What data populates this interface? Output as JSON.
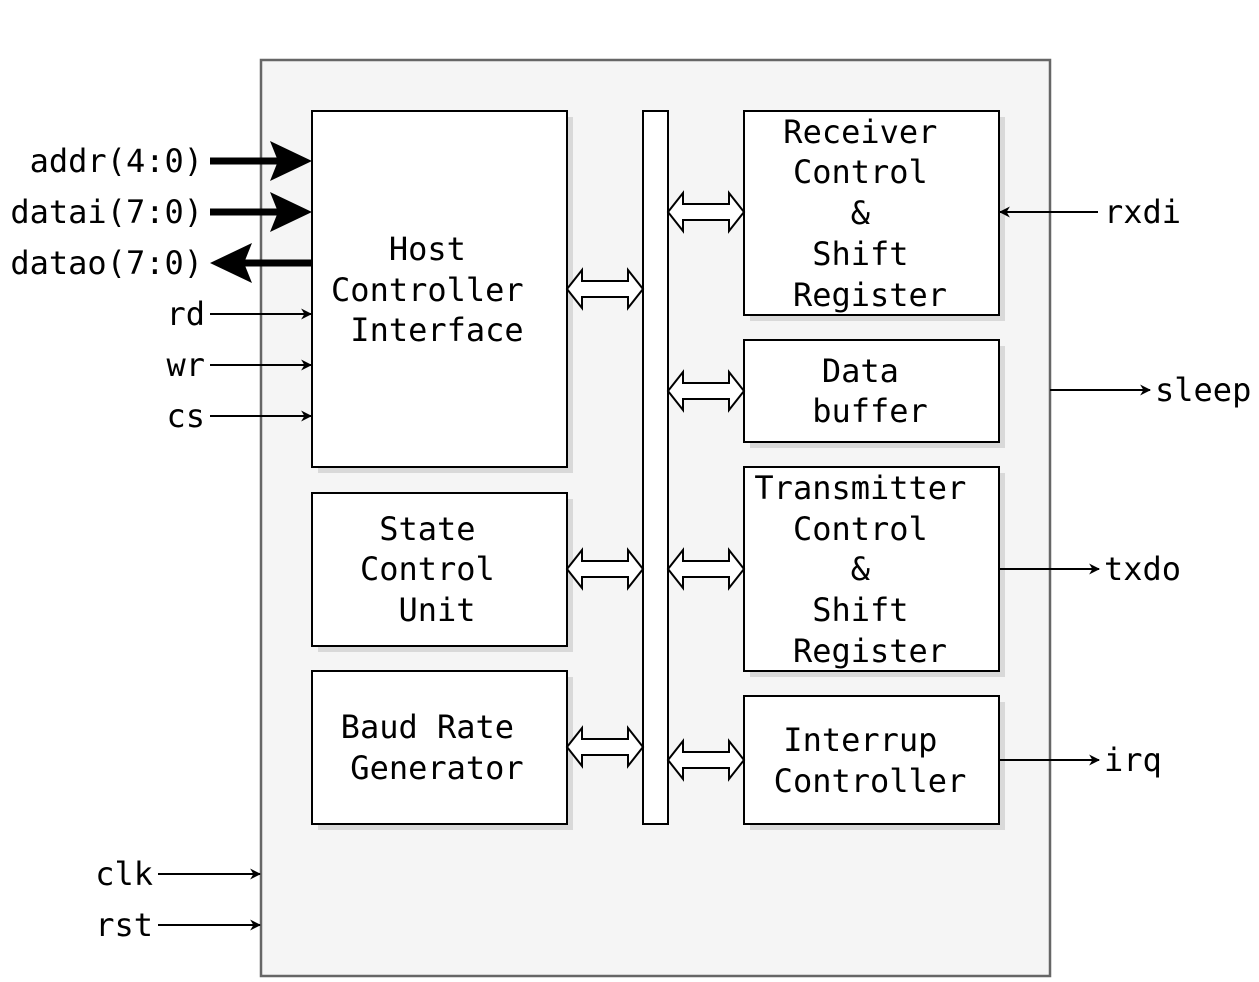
{
  "blocks": {
    "host": [
      "Host",
      "Controller",
      "Interface"
    ],
    "state": [
      "State",
      "Control",
      "Unit"
    ],
    "baud": [
      "Baud Rate",
      "Generator"
    ],
    "receiver": [
      "Receiver",
      "Control",
      "&",
      "Shift",
      "Register"
    ],
    "buffer": [
      "Data",
      "buffer"
    ],
    "transmitter": [
      "Transmitter",
      "Control",
      "&",
      "Shift",
      "Register"
    ],
    "interrupt": [
      "Interrup",
      "Controller"
    ]
  },
  "signals": {
    "addr": "addr(4:0)",
    "datai": "datai(7:0)",
    "datao": "datao(7:0)",
    "rd": "rd",
    "wr": "wr",
    "cs": "cs",
    "clk": "clk",
    "rst": "rst",
    "rxdi": "rxdi",
    "sleep": "sleep",
    "txdo": "txdo",
    "irq": "irq"
  },
  "colors": {
    "outer_fill": "#f5f5f5",
    "outer_stroke": "#666666",
    "block_fill": "#ffffff",
    "shadow": "#d9d9d9",
    "line": "#000000"
  }
}
